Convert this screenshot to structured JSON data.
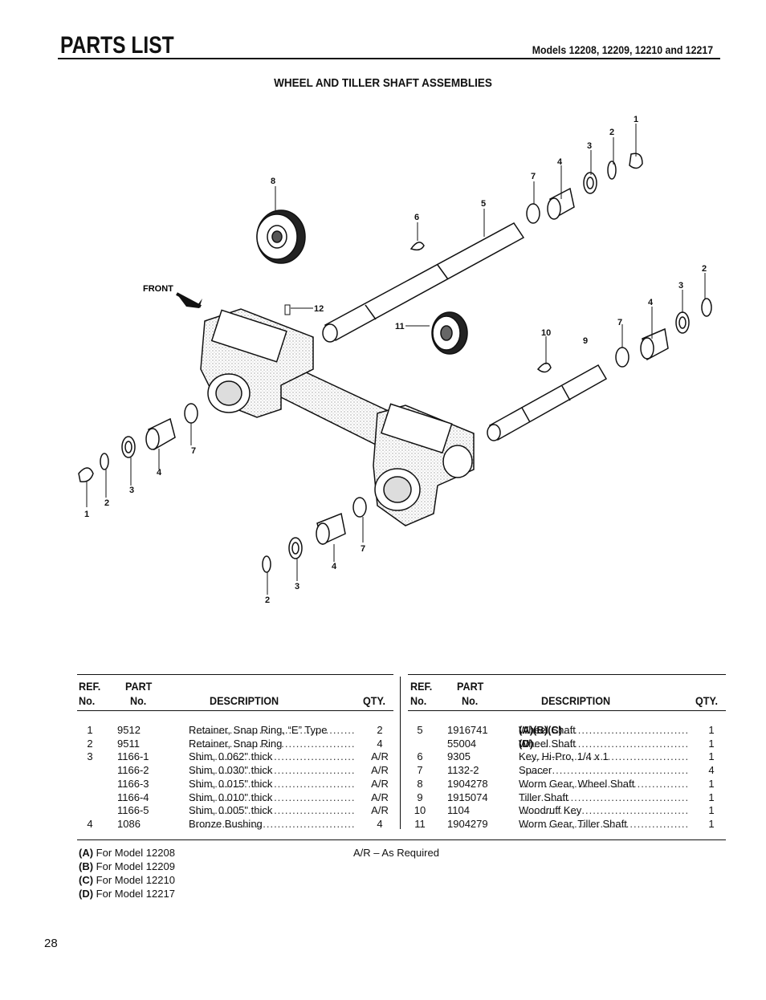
{
  "header": {
    "title": "PARTS LIST",
    "models": "Models 12208, 12209, 12210 and 12217"
  },
  "section_title": "WHEEL AND TILLER SHAFT ASSEMBLIES",
  "diagram": {
    "front_label": "FRONT",
    "callouts": [
      "1",
      "2",
      "3",
      "4",
      "5",
      "6",
      "7",
      "8",
      "9",
      "10",
      "11",
      "12"
    ]
  },
  "table": {
    "headers": {
      "ref_line1": "REF.",
      "ref_line2": "No.",
      "part_line1": "PART",
      "part_line2": "No.",
      "description": "DESCRIPTION",
      "qty": "QTY."
    },
    "left_rows": [
      {
        "ref": "1",
        "part": "9512",
        "desc": "Retainer, Snap Ring, “E” Type",
        "qty": "2"
      },
      {
        "ref": "2",
        "part": "9511",
        "desc": "Retainer, Snap Ring",
        "qty": "4"
      },
      {
        "ref": "3",
        "part": "1166-1",
        "desc": "Shim, 0.062\" thick",
        "qty": "A/R"
      },
      {
        "ref": "",
        "part": "1166-2",
        "desc": "Shim, 0.030\" thick",
        "qty": "A/R"
      },
      {
        "ref": "",
        "part": "1166-3",
        "desc": "Shim, 0.015\" thick",
        "qty": "A/R"
      },
      {
        "ref": "",
        "part": "1166-4",
        "desc": "Shim, 0.010\" thick",
        "qty": "A/R"
      },
      {
        "ref": "",
        "part": "1166-5",
        "desc": "Shim, 0.005\" thick",
        "qty": "A/R"
      },
      {
        "ref": "4",
        "part": "1086",
        "desc": "Bronze Bushing",
        "qty": "4"
      }
    ],
    "right_rows": [
      {
        "ref": "5",
        "part": "1916741",
        "desc": "Wheel Shaft ",
        "desc_bold": "(A)(B)(C)",
        "qty": "1"
      },
      {
        "ref": "",
        "part": "55004",
        "desc": "Wheel Shaft ",
        "desc_bold": "(D)",
        "qty": "1"
      },
      {
        "ref": "6",
        "part": "9305",
        "desc": "Key, Hi-Pro, 1/4 x 1",
        "desc_bold": "",
        "qty": "1"
      },
      {
        "ref": "7",
        "part": "1132-2",
        "desc": "Spacer",
        "desc_bold": "",
        "qty": "4"
      },
      {
        "ref": "8",
        "part": "1904278",
        "desc": "Worm Gear, Wheel Shaft",
        "desc_bold": "",
        "qty": "1"
      },
      {
        "ref": "9",
        "part": "1915074",
        "desc": "Tiller Shaft",
        "desc_bold": "",
        "qty": "1"
      },
      {
        "ref": "10",
        "part": "1104",
        "desc": "Woodruff Key",
        "desc_bold": "",
        "qty": "1"
      },
      {
        "ref": "11",
        "part": "1904279",
        "desc": "Worm Gear, Tiller Shaft",
        "desc_bold": "",
        "qty": "1"
      }
    ]
  },
  "notes": {
    "model_notes": [
      {
        "code": "(A)",
        "text": " For Model 12208"
      },
      {
        "code": "(B)",
        "text": " For Model 12209"
      },
      {
        "code": "(C)",
        "text": " For Model 12210"
      },
      {
        "code": "(D)",
        "text": " For Model 12217"
      }
    ],
    "ar_note": "A/R – As Required"
  },
  "page_number": "28"
}
